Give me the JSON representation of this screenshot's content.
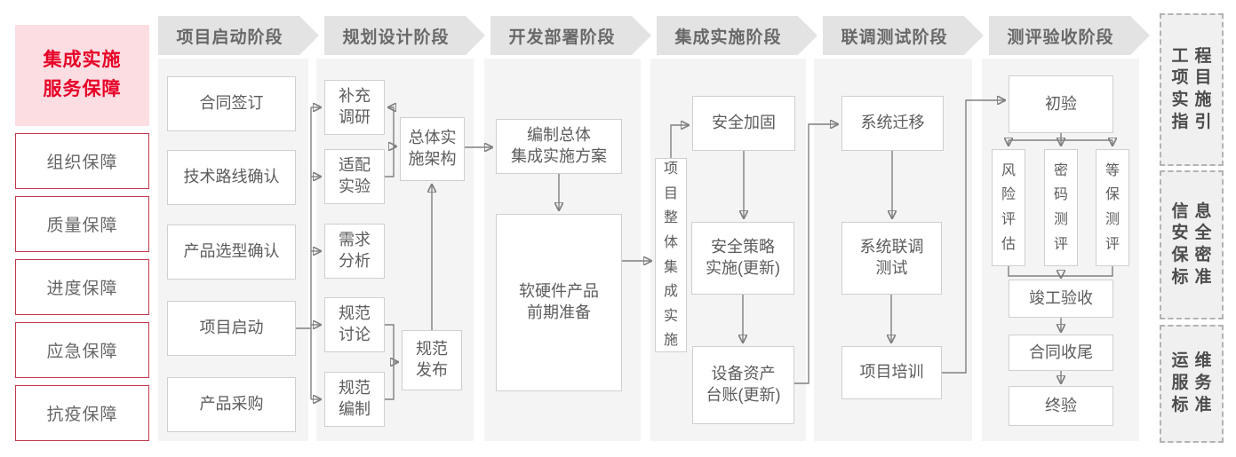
{
  "sidebar": {
    "title": "集成实施\n服务保障",
    "items": [
      {
        "label": "组织保障"
      },
      {
        "label": "质量保障"
      },
      {
        "label": "进度保障"
      },
      {
        "label": "应急保障"
      },
      {
        "label": "抗疫保障"
      }
    ]
  },
  "phases": [
    {
      "title": "项目启动阶段"
    },
    {
      "title": "规划设计阶段"
    },
    {
      "title": "开发部署阶段"
    },
    {
      "title": "集成实施阶段"
    },
    {
      "title": "联调测试阶段"
    },
    {
      "title": "测评验收阶段"
    }
  ],
  "nodes": {
    "contract_sign": "合同签订",
    "tech_route_confirm": "技术路线确认",
    "product_selection_confirm": "产品选型确认",
    "project_kickoff": "项目启动",
    "product_procurement": "产品采购",
    "supplementary_research": "补充\n调研",
    "adaptation_experiment": "适配\n实验",
    "requirement_analysis": "需求\n分析",
    "spec_discussion": "规范\n讨论",
    "spec_drafting": "规范\n编制",
    "overall_impl_architecture": "总体实\n施架构",
    "spec_release": "规范\n发布",
    "overall_integration_plan": "编制总体\n集成实施方案",
    "hw_sw_preparation": "软硬件产品\n前期准备",
    "overall_integration_impl": "项目整体集成实施",
    "security_hardening": "安全加固",
    "security_policy_impl": "安全策略\n实施(更新)",
    "asset_ledger_update": "设备资产\n台账(更新)",
    "system_migration": "系统迁移",
    "system_joint_test": "系统联调\n测试",
    "project_training": "项目培训",
    "initial_acceptance": "初验",
    "risk_assessment": "风险评估",
    "crypto_evaluation": "密码测评",
    "mlps_evaluation": "等保测评",
    "completion_acceptance": "竣工验收",
    "contract_closure": "合同收尾",
    "final_acceptance": "终验"
  },
  "standards": [
    {
      "label": "工程\n项目\n实施\n指引"
    },
    {
      "label": "信息\n安全\n保密\n标准"
    },
    {
      "label": "运维\n服务\n标准"
    }
  ],
  "colors": {
    "accent_red": "#e60027",
    "pink_background": "#fbdde2",
    "red_border": "#c23a50",
    "column_background": "#f4f4f4",
    "banner_background": "#e3e3e3",
    "line_gray": "#808080",
    "text_gray": "#5c5c5c"
  }
}
